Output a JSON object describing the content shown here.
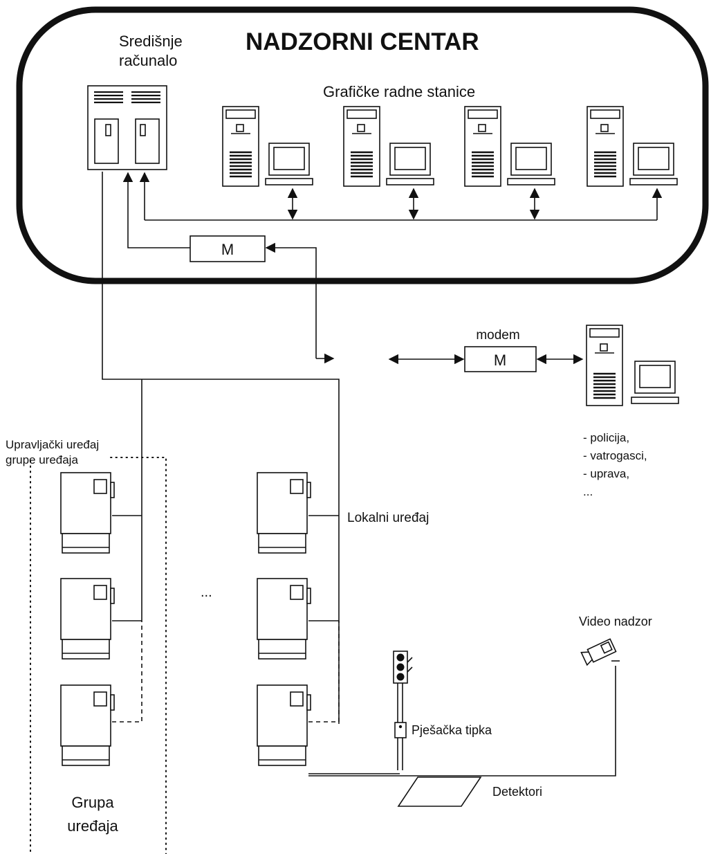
{
  "center": {
    "title": "NADZORNI CENTAR",
    "central_computer": [
      "Središnje",
      "računalo"
    ],
    "workstations": "Grafičke radne stanice",
    "modem_inner": "M"
  },
  "external": {
    "modem_label": "modem",
    "modem_box": "M",
    "users": [
      "- policija,",
      "- vatrogasci,",
      "- uprava,",
      "..."
    ]
  },
  "field": {
    "group_controller": [
      "Upravljački uređaj",
      "grupe uređaja"
    ],
    "group_label": [
      "Grupa",
      "uređaja"
    ],
    "local_device": "Lokalni uređaj",
    "ellipsis": "...",
    "pedestrian_button": "Pješačka tipka",
    "detectors": "Detektori",
    "video": "Video nadzor"
  },
  "colors": {
    "ink": "#111111",
    "background": "#ffffff"
  }
}
